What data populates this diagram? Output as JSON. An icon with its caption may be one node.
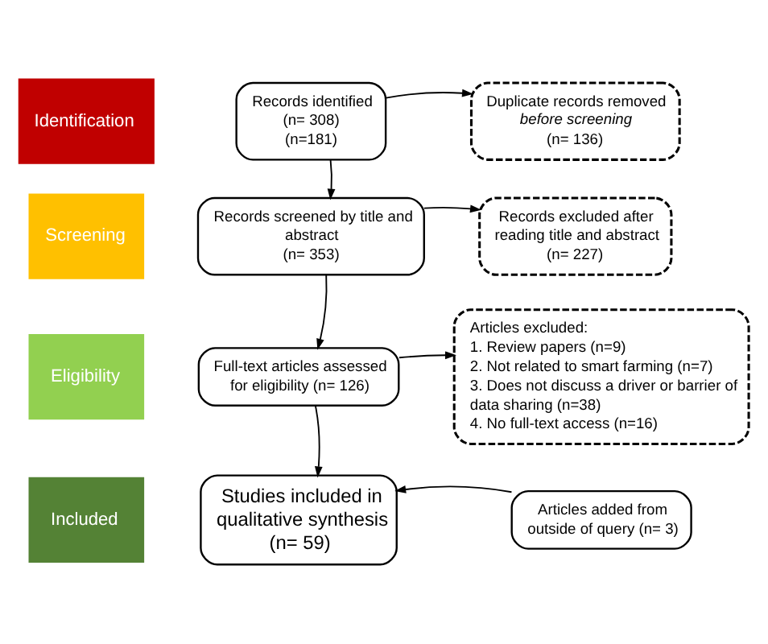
{
  "diagram": {
    "nodes": [
      {
        "text": [
          "Identification"
        ]
      },
      {
        "text": [
          "Records identified",
          "(n= 308)",
          "(n=181)"
        ]
      },
      {
        "text": [
          "Duplicate records removed *before screening*",
          "(n= 136)"
        ]
      },
      {
        "text": [
          "Screening"
        ]
      },
      {
        "text": [
          "Records screened by title and abstract",
          "(n= 353)"
        ]
      },
      {
        "text": [
          "Records excluded after reading title and abstract",
          "(n= 227)"
        ]
      },
      {
        "text": [
          "Eligibility"
        ]
      },
      {
        "text": [
          "Full-text articles assessed for eligibility (n= 126)"
        ]
      },
      {
        "text": [
          "Articles excluded:",
          "1. Review papers (n=9)",
          "2. Not related to smart farming (n=7)",
          "3. Does not discuss a driver or barrier of data sharing (n=38)",
          "4. No full-text access (n=16)"
        ]
      },
      {
        "text": [
          "Included"
        ]
      },
      {
        "text": [
          "Studies included in qualitative synthesis",
          "(n= 59)"
        ]
      },
      {
        "text": [
          "Articles added from outside of query (n= 3)"
        ]
      }
    ],
    "edges": [
      {
        "from": 1,
        "to": 2,
        "arrow": "to"
      },
      {
        "from": 1,
        "to": 4,
        "arrow": "to"
      },
      {
        "from": 4,
        "to": 5,
        "arrow": "to"
      },
      {
        "from": 4,
        "to": 7,
        "arrow": "to"
      },
      {
        "from": 7,
        "to": 8,
        "arrow": "to"
      },
      {
        "from": 7,
        "to": 10,
        "arrow": "to"
      },
      {
        "from": 11,
        "to": 10,
        "arrow": "to"
      }
    ]
  }
}
